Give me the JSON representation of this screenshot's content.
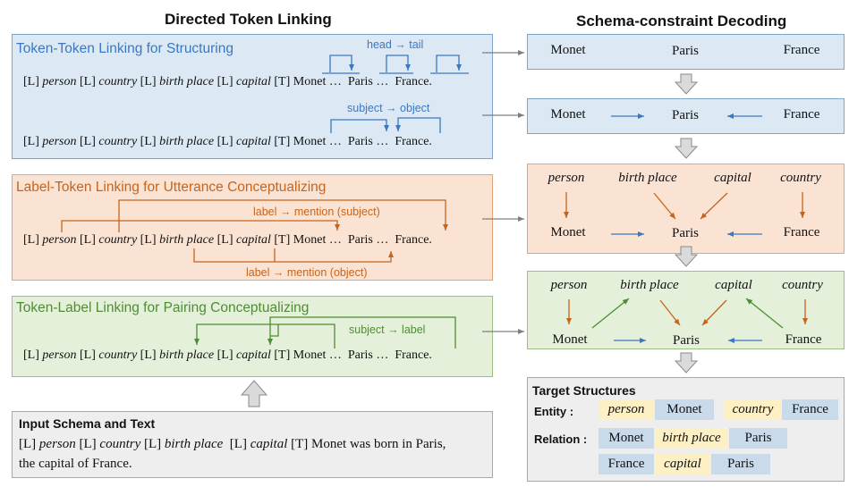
{
  "left_heading": "Directed Token Linking",
  "right_heading": "Schema-constraint Decoding",
  "colors": {
    "blue": "#3a78c0",
    "orange": "#c5641c",
    "green": "#4e8d33",
    "gray": "#7f7f7f"
  },
  "panel1": {
    "title": "Token-Token Linking for Structuring",
    "arrow1_label": "head → tail",
    "arrow2_label": "subject → object"
  },
  "panel2": {
    "title": "Label-Token Linking for Utterance Conceptualizing",
    "label_top": "label → mention (subject)",
    "label_bottom": "label → mention (object)"
  },
  "panel3": {
    "title": "Token-Label Linking for  Pairing Conceptualizing",
    "arrow_label": "subject → label"
  },
  "sequence": {
    "l1": "[L]",
    "person": "person",
    "l2": "[L]",
    "country": "country",
    "l3": "[L]",
    "birth_place": "birth place",
    "l4": "[L]",
    "capital": "capital",
    "t": "[T]",
    "monet": "Monet",
    "ell1": "…",
    "paris": "Paris",
    "ell2": "…",
    "france": "France."
  },
  "input_box": {
    "title": "Input Schema and Text",
    "l1": "[L]",
    "person": "person",
    "l2": "[L]",
    "country": "country",
    "l3": "[L]",
    "birth_place": "birth place",
    "l4": "[L]",
    "capital": "capital",
    "t_text": "[T] Monet was born in Paris,",
    "line2": "the capital of  France."
  },
  "decoding": {
    "monet": "Monet",
    "paris": "Paris",
    "france": "France",
    "person": "person",
    "birth_place": "birth place",
    "capital": "capital",
    "country": "country"
  },
  "target": {
    "title": "Target Structures",
    "entity_label": "Entity :",
    "relation_label": "Relation :",
    "entities": [
      {
        "type": "person",
        "mention": "Monet"
      },
      {
        "type": "country",
        "mention": "France"
      }
    ],
    "relations": [
      {
        "subject": "Monet",
        "relation": "birth place",
        "object": "Paris"
      },
      {
        "subject": "France",
        "relation": "capital",
        "object": "Paris"
      }
    ]
  }
}
